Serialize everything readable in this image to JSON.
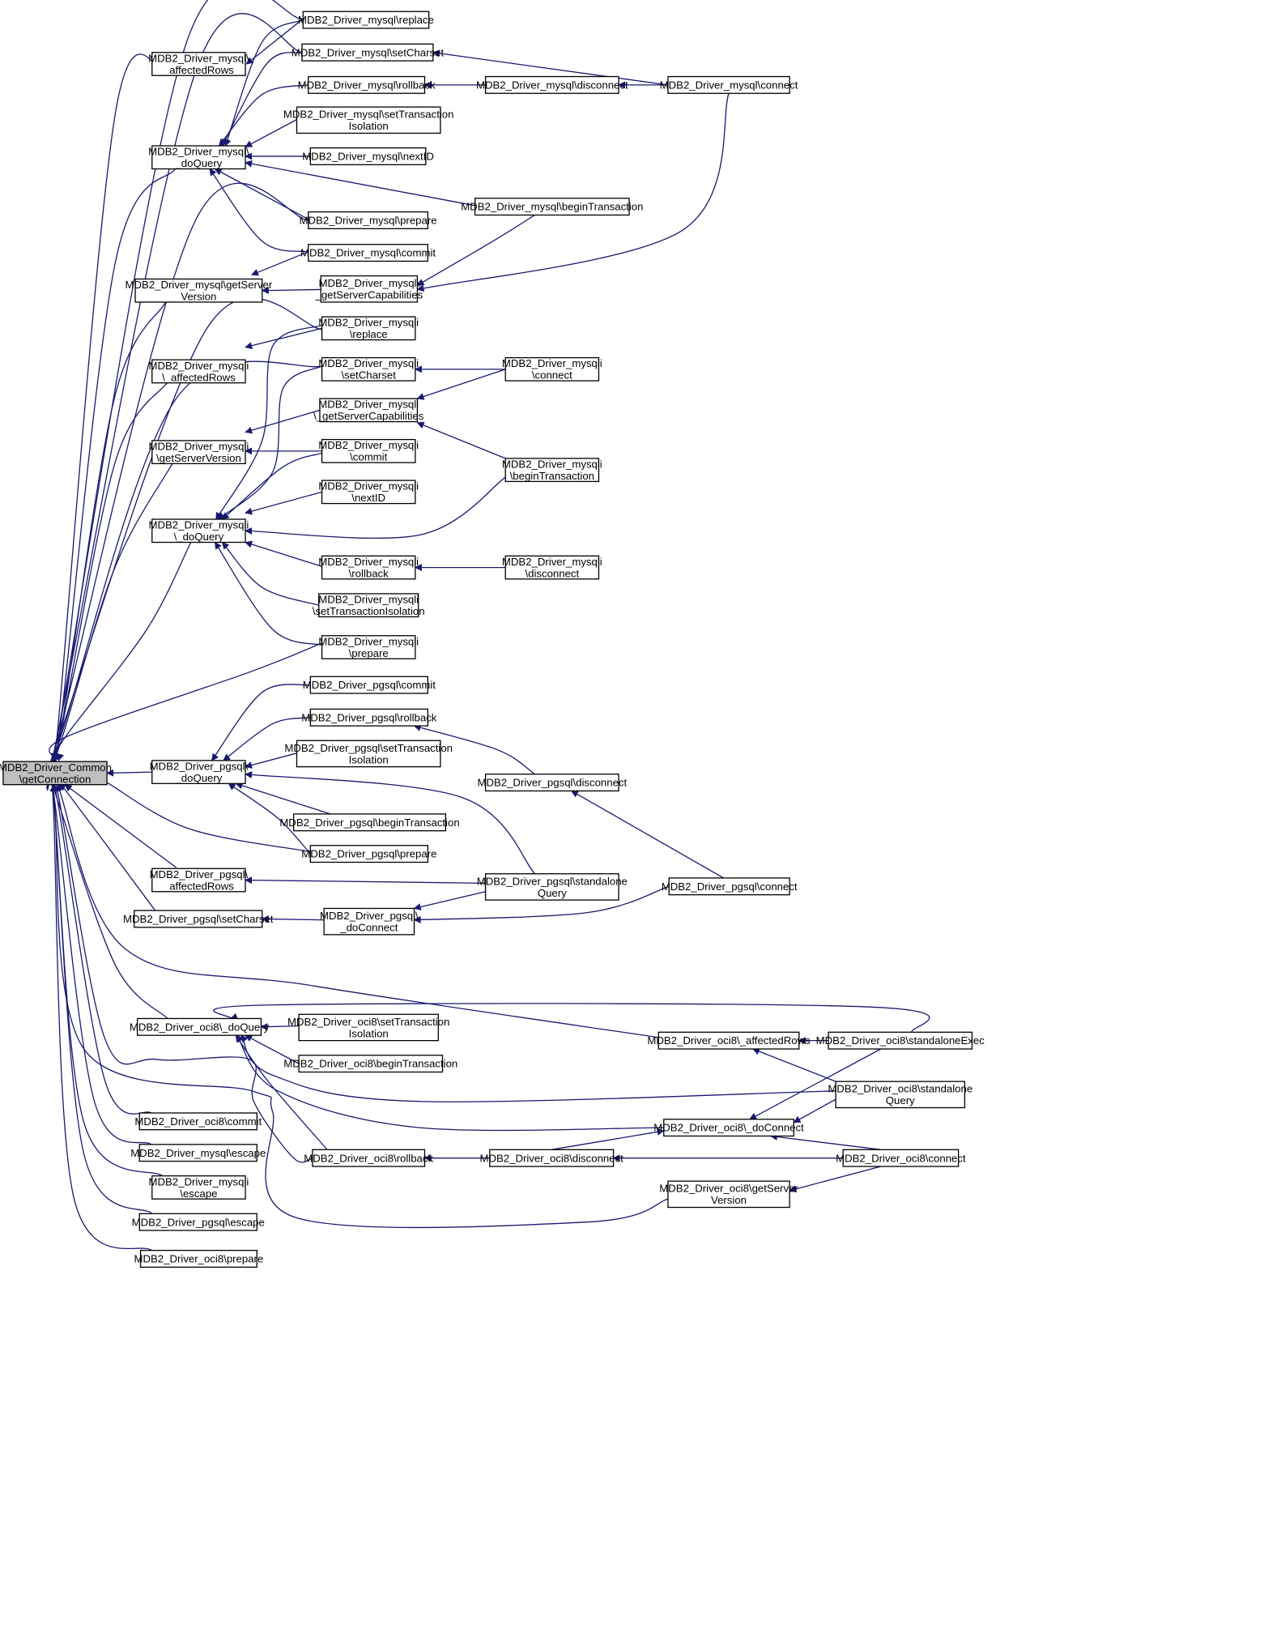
{
  "colors": {
    "edge": "#191970",
    "node_border": "#000000",
    "node_fill": "#ffffff",
    "root_fill": "#bfbfbf"
  },
  "nodes": [
    {
      "id": "root",
      "lines": [
        "MDB2_Driver_Common",
        "\\getConnection"
      ],
      "root": true
    },
    {
      "id": "my_aff",
      "lines": [
        "MDB2_Driver_mysql\\",
        "_affectedRows"
      ]
    },
    {
      "id": "my_doq",
      "lines": [
        "MDB2_Driver_mysql\\",
        "_doQuery"
      ]
    },
    {
      "id": "my_gsv",
      "lines": [
        "MDB2_Driver_mysql\\getServer",
        "Version"
      ]
    },
    {
      "id": "mi_aff",
      "lines": [
        "MDB2_Driver_mysqli",
        "\\_affectedRows"
      ]
    },
    {
      "id": "mi_gsv",
      "lines": [
        "MDB2_Driver_mysqli",
        "\\getServerVersion"
      ]
    },
    {
      "id": "mi_doq",
      "lines": [
        "MDB2_Driver_mysqli",
        "\\_doQuery"
      ]
    },
    {
      "id": "pg_doq",
      "lines": [
        "MDB2_Driver_pgsql\\",
        "_doQuery"
      ]
    },
    {
      "id": "pg_aff",
      "lines": [
        "MDB2_Driver_pgsql\\",
        "_affectedRows"
      ]
    },
    {
      "id": "pg_setch",
      "lines": [
        "MDB2_Driver_pgsql\\setCharset"
      ]
    },
    {
      "id": "oc_doq",
      "lines": [
        "MDB2_Driver_oci8\\_doQuery"
      ]
    },
    {
      "id": "oc_commit",
      "lines": [
        "MDB2_Driver_oci8\\commit"
      ]
    },
    {
      "id": "my_esc",
      "lines": [
        "MDB2_Driver_mysql\\escape"
      ]
    },
    {
      "id": "mi_esc",
      "lines": [
        "MDB2_Driver_mysqli",
        "\\escape"
      ]
    },
    {
      "id": "pg_esc",
      "lines": [
        "MDB2_Driver_pgsql\\escape"
      ]
    },
    {
      "id": "oc_prep",
      "lines": [
        "MDB2_Driver_oci8\\prepare"
      ]
    },
    {
      "id": "my_repl",
      "lines": [
        "MDB2_Driver_mysql\\replace"
      ]
    },
    {
      "id": "my_setch",
      "lines": [
        "MDB2_Driver_mysql\\setCharset"
      ]
    },
    {
      "id": "my_rb",
      "lines": [
        "MDB2_Driver_mysql\\rollback"
      ]
    },
    {
      "id": "my_sti",
      "lines": [
        "MDB2_Driver_mysql\\setTransaction",
        "Isolation"
      ]
    },
    {
      "id": "my_next",
      "lines": [
        "MDB2_Driver_mysql\\nextID"
      ]
    },
    {
      "id": "my_prep",
      "lines": [
        "MDB2_Driver_mysql\\prepare"
      ]
    },
    {
      "id": "my_commit",
      "lines": [
        "MDB2_Driver_mysql\\commit"
      ]
    },
    {
      "id": "my_gsc",
      "lines": [
        "MDB2_Driver_mysql\\",
        "_getServerCapabilities"
      ]
    },
    {
      "id": "mi_repl",
      "lines": [
        "MDB2_Driver_mysqli",
        "\\replace"
      ]
    },
    {
      "id": "mi_setch",
      "lines": [
        "MDB2_Driver_mysqli",
        "\\setCharset"
      ]
    },
    {
      "id": "mi_gsc",
      "lines": [
        "MDB2_Driver_mysqli",
        "\\_getServerCapabilities"
      ]
    },
    {
      "id": "mi_commit",
      "lines": [
        "MDB2_Driver_mysqli",
        "\\commit"
      ]
    },
    {
      "id": "mi_next",
      "lines": [
        "MDB2_Driver_mysqli",
        "\\nextID"
      ]
    },
    {
      "id": "mi_rb",
      "lines": [
        "MDB2_Driver_mysqli",
        "\\rollback"
      ]
    },
    {
      "id": "mi_sti",
      "lines": [
        "MDB2_Driver_mysqli",
        "\\setTransactionIsolation"
      ]
    },
    {
      "id": "mi_prep",
      "lines": [
        "MDB2_Driver_mysqli",
        "\\prepare"
      ]
    },
    {
      "id": "pg_commit",
      "lines": [
        "MDB2_Driver_pgsql\\commit"
      ]
    },
    {
      "id": "pg_rb",
      "lines": [
        "MDB2_Driver_pgsql\\rollback"
      ]
    },
    {
      "id": "pg_sti",
      "lines": [
        "MDB2_Driver_pgsql\\setTransaction",
        "Isolation"
      ]
    },
    {
      "id": "pg_bt",
      "lines": [
        "MDB2_Driver_pgsql\\beginTransaction"
      ]
    },
    {
      "id": "pg_prep",
      "lines": [
        "MDB2_Driver_pgsql\\prepare"
      ]
    },
    {
      "id": "pg_dconn",
      "lines": [
        "MDB2_Driver_pgsql\\",
        "_doConnect"
      ]
    },
    {
      "id": "oc_sti",
      "lines": [
        "MDB2_Driver_oci8\\setTransaction",
        "Isolation"
      ]
    },
    {
      "id": "oc_bt",
      "lines": [
        "MDB2_Driver_oci8\\beginTransaction"
      ]
    },
    {
      "id": "oc_rb",
      "lines": [
        "MDB2_Driver_oci8\\rollback"
      ]
    },
    {
      "id": "my_disc",
      "lines": [
        "MDB2_Driver_mysql\\disconnect"
      ]
    },
    {
      "id": "my_bt",
      "lines": [
        "MDB2_Driver_mysql\\beginTransaction"
      ]
    },
    {
      "id": "mi_conn",
      "lines": [
        "MDB2_Driver_mysqli",
        "\\connect"
      ]
    },
    {
      "id": "mi_bt",
      "lines": [
        "MDB2_Driver_mysqli",
        "\\beginTransaction"
      ]
    },
    {
      "id": "mi_disc",
      "lines": [
        "MDB2_Driver_mysqli",
        "\\disconnect"
      ]
    },
    {
      "id": "pg_disc",
      "lines": [
        "MDB2_Driver_pgsql\\disconnect"
      ]
    },
    {
      "id": "pg_saq",
      "lines": [
        "MDB2_Driver_pgsql\\standalone",
        "Query"
      ]
    },
    {
      "id": "oc_disc",
      "lines": [
        "MDB2_Driver_oci8\\disconnect"
      ]
    },
    {
      "id": "my_conn",
      "lines": [
        "MDB2_Driver_mysql\\connect"
      ]
    },
    {
      "id": "pg_conn",
      "lines": [
        "MDB2_Driver_pgsql\\connect"
      ]
    },
    {
      "id": "oc_aff",
      "lines": [
        "MDB2_Driver_oci8\\_affectedRows"
      ]
    },
    {
      "id": "oc_dconn",
      "lines": [
        "MDB2_Driver_oci8\\_doConnect"
      ]
    },
    {
      "id": "oc_gsv",
      "lines": [
        "MDB2_Driver_oci8\\getServer",
        "Version"
      ]
    },
    {
      "id": "oc_sae",
      "lines": [
        "MDB2_Driver_oci8\\standaloneExec"
      ]
    },
    {
      "id": "oc_saq",
      "lines": [
        "MDB2_Driver_oci8\\standalone",
        "Query"
      ]
    },
    {
      "id": "oc_conn",
      "lines": [
        "MDB2_Driver_oci8\\connect"
      ]
    }
  ],
  "edges": [
    [
      "my_repl",
      "root"
    ],
    [
      "my_aff",
      "root"
    ],
    [
      "my_setch",
      "root"
    ],
    [
      "my_doq",
      "root"
    ],
    [
      "my_prep",
      "root"
    ],
    [
      "my_gsv",
      "root"
    ],
    [
      "mi_repl",
      "root"
    ],
    [
      "mi_aff",
      "root"
    ],
    [
      "mi_setch",
      "root"
    ],
    [
      "mi_gsv",
      "root"
    ],
    [
      "mi_doq",
      "root"
    ],
    [
      "mi_prep",
      "root"
    ],
    [
      "pg_doq",
      "root"
    ],
    [
      "pg_aff",
      "root"
    ],
    [
      "pg_prep",
      "root"
    ],
    [
      "pg_setch",
      "root"
    ],
    [
      "oc_aff",
      "root"
    ],
    [
      "oc_doq",
      "root"
    ],
    [
      "oc_rb",
      "root"
    ],
    [
      "oc_commit",
      "root"
    ],
    [
      "my_esc",
      "root"
    ],
    [
      "mi_esc",
      "root"
    ],
    [
      "pg_esc",
      "root"
    ],
    [
      "oc_prep",
      "root"
    ],
    [
      "oc_gsv",
      "root"
    ],
    [
      "my_repl",
      "my_aff"
    ],
    [
      "my_repl",
      "my_doq"
    ],
    [
      "my_setch",
      "my_doq"
    ],
    [
      "my_rb",
      "my_doq"
    ],
    [
      "my_sti",
      "my_doq"
    ],
    [
      "my_next",
      "my_doq"
    ],
    [
      "my_bt",
      "my_doq"
    ],
    [
      "my_prep",
      "my_doq"
    ],
    [
      "my_commit",
      "my_doq"
    ],
    [
      "my_commit",
      "my_gsv"
    ],
    [
      "my_gsc",
      "my_gsv"
    ],
    [
      "my_bt",
      "my_gsc"
    ],
    [
      "my_conn",
      "my_gsc"
    ],
    [
      "my_conn",
      "my_setch"
    ],
    [
      "my_disc",
      "my_rb"
    ],
    [
      "my_conn",
      "my_disc"
    ],
    [
      "mi_repl",
      "mi_aff"
    ],
    [
      "mi_gsc",
      "mi_gsv"
    ],
    [
      "mi_commit",
      "mi_gsv"
    ],
    [
      "mi_repl",
      "mi_doq"
    ],
    [
      "mi_setch",
      "mi_doq"
    ],
    [
      "mi_commit",
      "mi_doq"
    ],
    [
      "mi_next",
      "mi_doq"
    ],
    [
      "mi_bt",
      "mi_doq"
    ],
    [
      "mi_rb",
      "mi_doq"
    ],
    [
      "mi_sti",
      "mi_doq"
    ],
    [
      "mi_prep",
      "mi_doq"
    ],
    [
      "mi_conn",
      "mi_setch"
    ],
    [
      "mi_conn",
      "mi_gsc"
    ],
    [
      "mi_bt",
      "mi_gsc"
    ],
    [
      "mi_disc",
      "mi_rb"
    ],
    [
      "pg_commit",
      "pg_doq"
    ],
    [
      "pg_rb",
      "pg_doq"
    ],
    [
      "pg_sti",
      "pg_doq"
    ],
    [
      "pg_saq",
      "pg_doq"
    ],
    [
      "pg_bt",
      "pg_doq"
    ],
    [
      "pg_prep",
      "pg_doq"
    ],
    [
      "pg_saq",
      "pg_aff"
    ],
    [
      "pg_dconn",
      "pg_setch"
    ],
    [
      "pg_saq",
      "pg_dconn"
    ],
    [
      "pg_conn",
      "pg_dconn"
    ],
    [
      "pg_disc",
      "pg_rb"
    ],
    [
      "pg_conn",
      "pg_disc"
    ],
    [
      "oc_sti",
      "oc_doq"
    ],
    [
      "oc_bt",
      "oc_doq"
    ],
    [
      "oc_sae",
      "oc_doq"
    ],
    [
      "oc_saq",
      "oc_doq"
    ],
    [
      "oc_dconn",
      "oc_doq"
    ],
    [
      "oc_rb",
      "oc_doq"
    ],
    [
      "oc_disc",
      "oc_rb"
    ],
    [
      "oc_conn",
      "oc_disc"
    ],
    [
      "oc_sae",
      "oc_aff"
    ],
    [
      "oc_saq",
      "oc_aff"
    ],
    [
      "oc_disc",
      "oc_dconn"
    ],
    [
      "oc_sae",
      "oc_dconn"
    ],
    [
      "oc_saq",
      "oc_dconn"
    ],
    [
      "oc_conn",
      "oc_dconn"
    ],
    [
      "oc_conn",
      "oc_gsv"
    ]
  ]
}
